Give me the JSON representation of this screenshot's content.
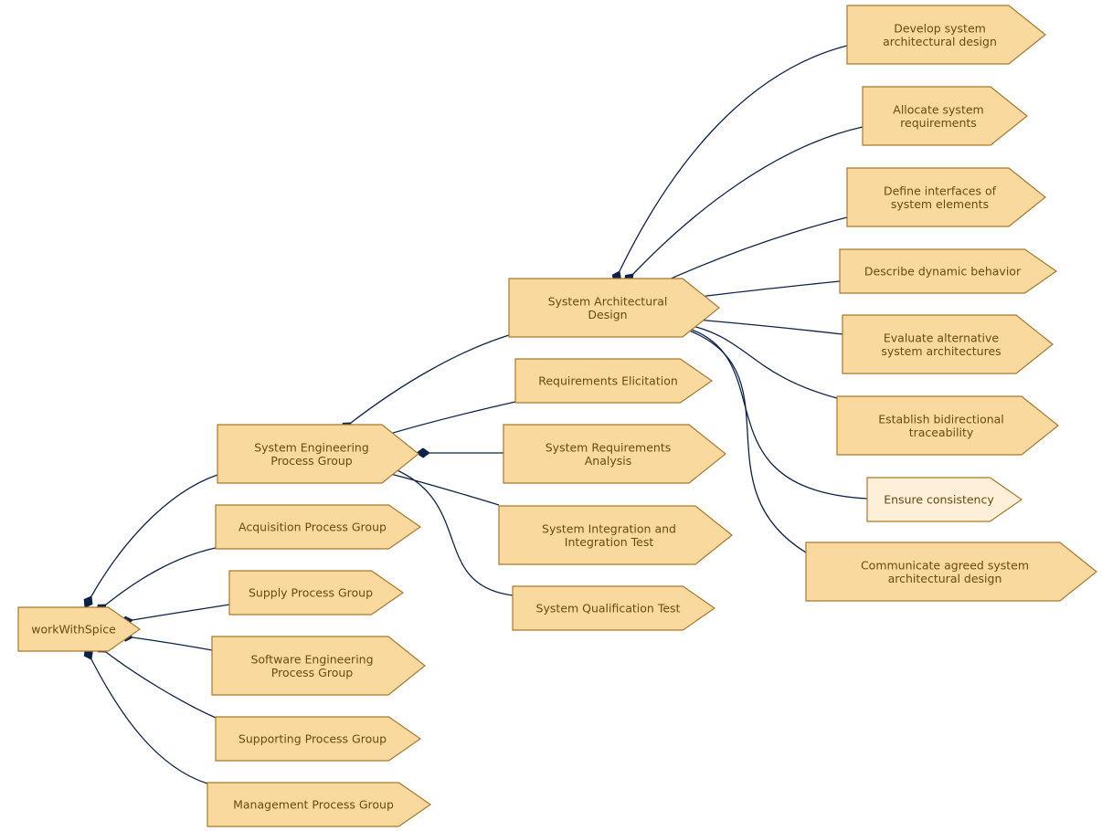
{
  "nodes": {
    "root": {
      "lines": [
        "workWithSpice"
      ]
    },
    "seg": {
      "lines": [
        "System Engineering",
        "Process Group"
      ]
    },
    "acq": {
      "lines": [
        "Acquisition Process Group"
      ]
    },
    "sup": {
      "lines": [
        "Supply Process Group"
      ]
    },
    "swe": {
      "lines": [
        "Software Engineering",
        "Process Group"
      ]
    },
    "supp": {
      "lines": [
        "Supporting Process Group"
      ]
    },
    "mgmt": {
      "lines": [
        "Management Process Group"
      ]
    },
    "sad": {
      "lines": [
        "System Architectural",
        "Design"
      ]
    },
    "req": {
      "lines": [
        "Requirements Elicitation"
      ]
    },
    "sra": {
      "lines": [
        "System Requirements",
        "Analysis"
      ]
    },
    "sit": {
      "lines": [
        "System Integration and",
        "Integration Test"
      ]
    },
    "sqt": {
      "lines": [
        "System Qualification Test"
      ]
    },
    "dev": {
      "lines": [
        "Develop system",
        "architectural design"
      ]
    },
    "alloc": {
      "lines": [
        "Allocate system",
        "requirements"
      ]
    },
    "ifc": {
      "lines": [
        "Define interfaces of",
        "system elements"
      ]
    },
    "dyn": {
      "lines": [
        "Describe dynamic behavior"
      ]
    },
    "eval": {
      "lines": [
        "Evaluate alternative",
        "system architectures"
      ]
    },
    "trace": {
      "lines": [
        "Establish bidirectional",
        "traceability"
      ]
    },
    "cons": {
      "lines": [
        "Ensure consistency"
      ]
    },
    "comm": {
      "lines": [
        "Communicate agreed system",
        "architectural design"
      ]
    }
  },
  "colors": {
    "node_fill": "#fad99e",
    "node_fill_light": "#fef0d8",
    "node_stroke": "#a9792b",
    "text": "#6b4a10",
    "edge": "#0c2349"
  },
  "edges": [
    {
      "from": "root",
      "to": "seg"
    },
    {
      "from": "root",
      "to": "acq"
    },
    {
      "from": "root",
      "to": "sup"
    },
    {
      "from": "root",
      "to": "swe"
    },
    {
      "from": "root",
      "to": "supp"
    },
    {
      "from": "root",
      "to": "mgmt"
    },
    {
      "from": "seg",
      "to": "sad"
    },
    {
      "from": "seg",
      "to": "req"
    },
    {
      "from": "seg",
      "to": "sra"
    },
    {
      "from": "seg",
      "to": "sit"
    },
    {
      "from": "seg",
      "to": "sqt"
    },
    {
      "from": "sad",
      "to": "dev"
    },
    {
      "from": "sad",
      "to": "alloc"
    },
    {
      "from": "sad",
      "to": "ifc"
    },
    {
      "from": "sad",
      "to": "dyn"
    },
    {
      "from": "sad",
      "to": "eval"
    },
    {
      "from": "sad",
      "to": "trace"
    },
    {
      "from": "sad",
      "to": "cons"
    },
    {
      "from": "sad",
      "to": "comm"
    }
  ]
}
